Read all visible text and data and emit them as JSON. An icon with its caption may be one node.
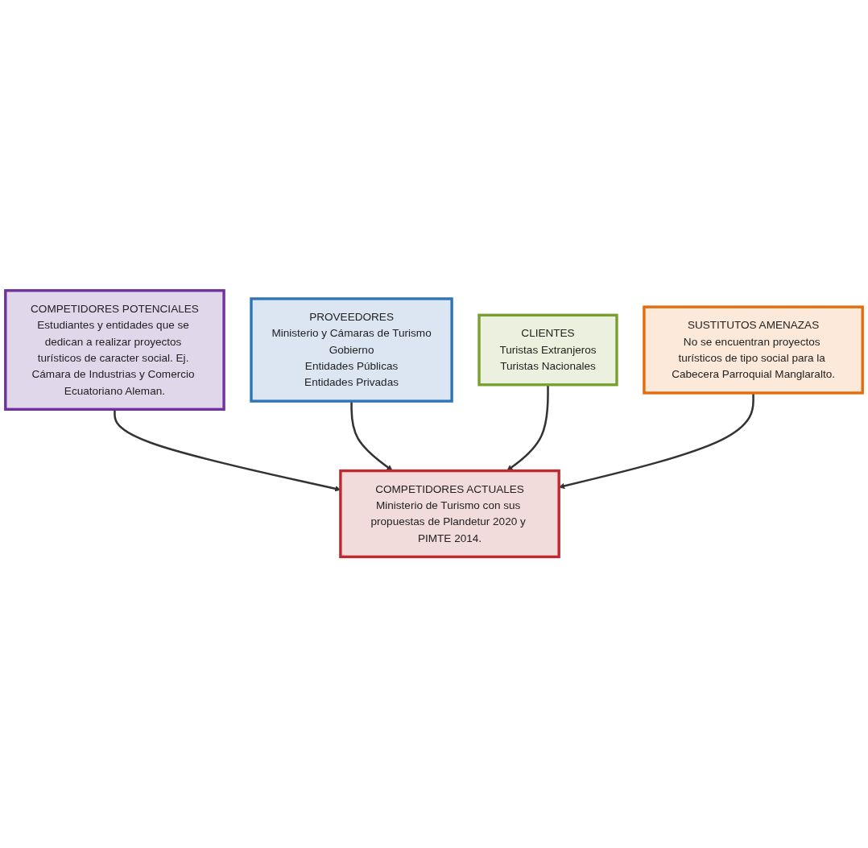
{
  "diagram": {
    "nodes": [
      {
        "text": [
          "COMPETIDORES POTENCIALES",
          "Estudiantes y entidades que se dedican a realizar proyectos turísticos de caracter social. Ej. Cámara de Industrias y Comercio Ecuatoriano Aleman."
        ]
      },
      {
        "text": [
          "PROVEEDORES",
          "Ministerio y Cámaras de Turismo",
          "Gobierno",
          "Entidades Públicas",
          "Entidades Privadas"
        ]
      },
      {
        "text": [
          "COMPETIDORES ACTUALES",
          "Ministerio de Turismo con sus propuestas de Plandetur 2020 y PIMTE 2014."
        ]
      },
      {
        "text": [
          "CLIENTES",
          "Turistas Extranjeros",
          "Turistas Nacionales"
        ]
      },
      {
        "text": [
          "SUSTITUTOS AMENAZAS",
          "No se encuentran proyectos turísticos de tipo social para la Cabecera Parroquial Manglaralto."
        ]
      }
    ],
    "edges": [
      {
        "from": 0,
        "to": 2,
        "arrow": "to"
      },
      {
        "from": 1,
        "to": 2,
        "arrow": "to"
      },
      {
        "from": 3,
        "to": 2,
        "arrow": "to"
      },
      {
        "from": 4,
        "to": 2,
        "arrow": "to"
      }
    ]
  }
}
